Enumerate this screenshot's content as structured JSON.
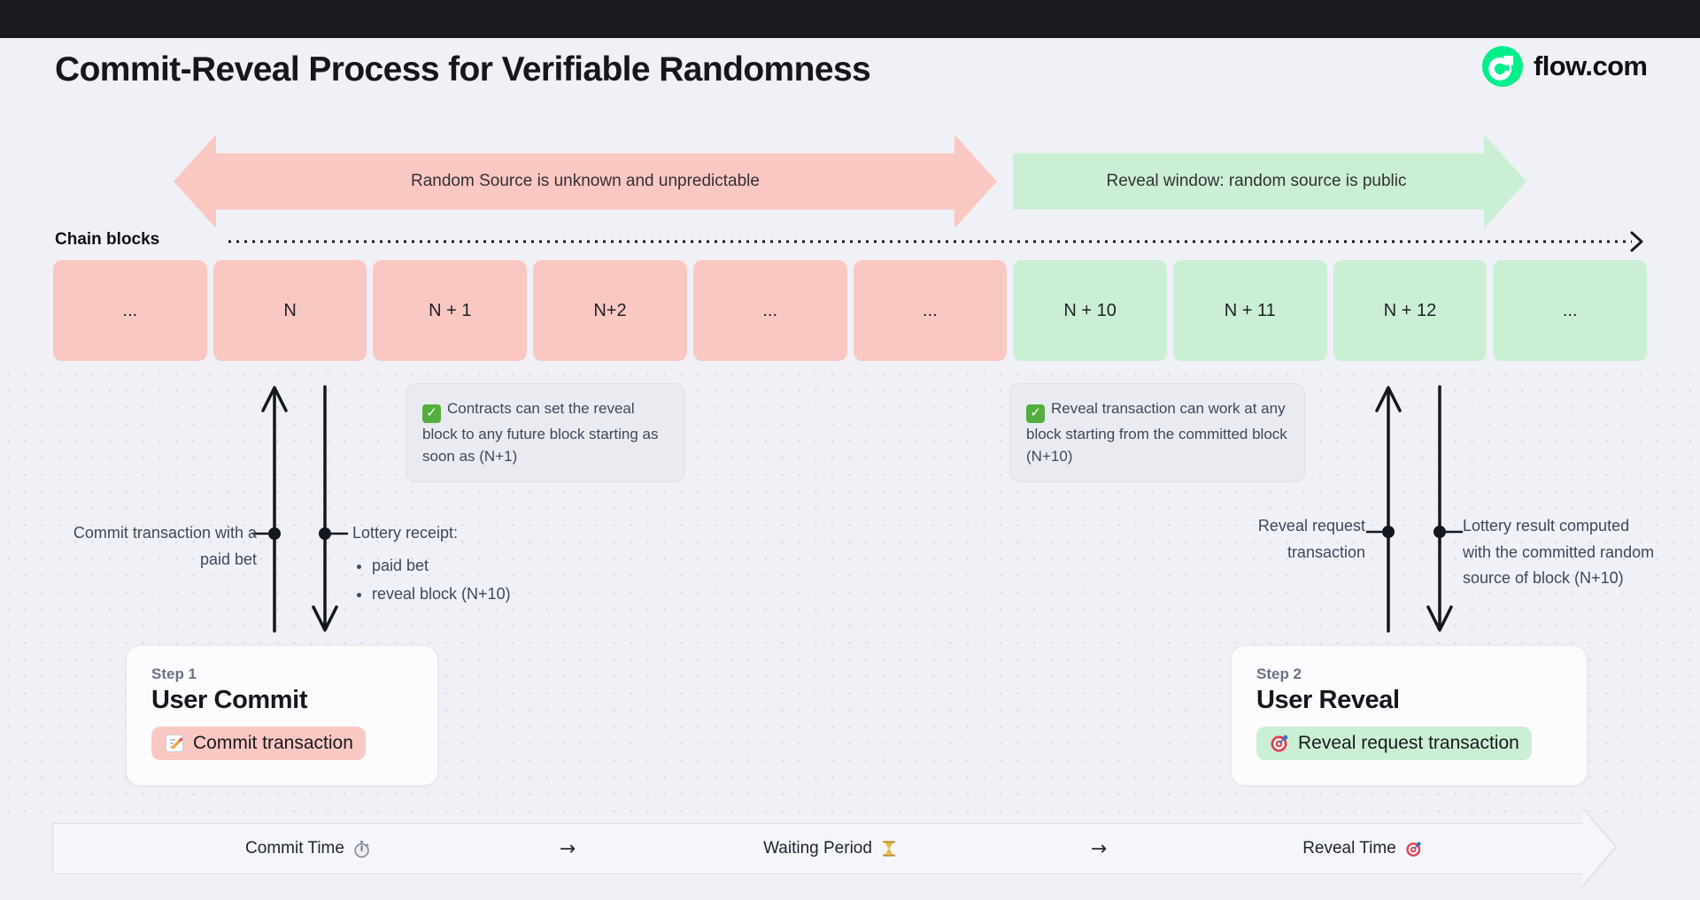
{
  "header": {
    "title": "Commit-Reveal Process for Verifiable Randomness",
    "brand": "flow.com"
  },
  "phase_arrows": {
    "commit_label": "Random Source is unknown and unpredictable",
    "reveal_label": "Reveal window: random source is public"
  },
  "chain": {
    "label": "Chain blocks",
    "blocks": [
      {
        "label": "...",
        "phase": "commit"
      },
      {
        "label": "N",
        "phase": "commit"
      },
      {
        "label": "N + 1",
        "phase": "commit"
      },
      {
        "label": "N+2",
        "phase": "commit"
      },
      {
        "label": "...",
        "phase": "commit"
      },
      {
        "label": "...",
        "phase": "commit"
      },
      {
        "label": "N + 10",
        "phase": "reveal"
      },
      {
        "label": "N + 11",
        "phase": "reveal"
      },
      {
        "label": "N + 12",
        "phase": "reveal"
      },
      {
        "label": "...",
        "phase": "reveal"
      }
    ]
  },
  "notes": {
    "commit_note": "Contracts can set the reveal block to any future block starting as soon as (N+1)",
    "reveal_note": "Reveal transaction can work at any block starting from the committed block (N+10)"
  },
  "flow_labels": {
    "commit_up": "Commit transaction with a paid bet",
    "receipt_title": "Lottery receipt:",
    "receipt_items": [
      "paid bet",
      "reveal block (N+10)"
    ],
    "reveal_up": "Reveal request transaction",
    "result_down": "Lottery result computed with the committed random source of block (N+10)"
  },
  "steps": {
    "step1": {
      "kicker": "Step 1",
      "title": "User Commit",
      "badge": "Commit transaction"
    },
    "step2": {
      "kicker": "Step 2",
      "title": "User Reveal",
      "badge": "Reveal request transaction"
    }
  },
  "timeline": {
    "commit": "Commit Time",
    "arrow": "→",
    "waiting": "Waiting Period",
    "reveal": "Reveal Time"
  },
  "colors": {
    "commit_pink": "#FAC8C3",
    "reveal_green": "#CBEFD4",
    "brand_green": "#00EF8B",
    "ink": "#16191F"
  }
}
